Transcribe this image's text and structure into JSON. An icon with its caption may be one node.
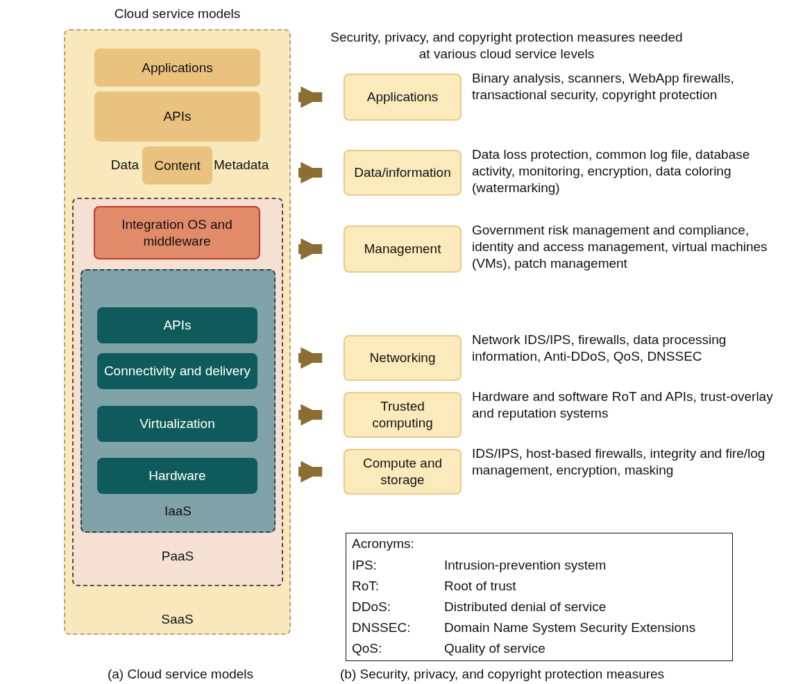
{
  "diagram": {
    "nodes": [
      {
        "text": [
          "SaaS"
        ]
      },
      {
        "text": [
          "Applications"
        ],
        "in": 0
      },
      {
        "text": [
          "APIs"
        ],
        "in": 0
      },
      {
        "text": [
          "Content"
        ],
        "in": 0,
        "beside": [
          "Data",
          "Metadata"
        ]
      },
      {
        "text": [
          "PaaS"
        ],
        "in": 0
      },
      {
        "text": [
          "Integration OS and middleware"
        ],
        "in": 4
      },
      {
        "text": [
          "IaaS"
        ],
        "in": 4
      },
      {
        "text": [
          "APIs"
        ],
        "in": 6
      },
      {
        "text": [
          "Connectivity and delivery"
        ],
        "in": 6
      },
      {
        "text": [
          "Virtualization"
        ],
        "in": 6
      },
      {
        "text": [
          "Hardware"
        ],
        "in": 6
      },
      {
        "text": [
          "Applications"
        ],
        "beside": [
          "Binary analysis, scanners, WebApp firewalls, transactional security, copyright protection"
        ]
      },
      {
        "text": [
          "Data/information"
        ],
        "beside": [
          "Data loss protection, common log file, database activity, monitoring, encryption, data coloring (watermarking)"
        ]
      },
      {
        "text": [
          "Management"
        ],
        "beside": [
          "Government risk management and compliance, identity and access management, virtual machines (VMs), patch management"
        ]
      },
      {
        "text": [
          "Networking"
        ],
        "beside": [
          "Network IDS/IPS, firewalls, data processing information, Anti-DDoS, QoS, DNSSEC"
        ]
      },
      {
        "text": [
          "Trusted computing"
        ],
        "beside": [
          "Hardware and software RoT and APIs, trust-overlay and reputation systems"
        ]
      },
      {
        "text": [
          "Compute and storage"
        ],
        "beside": [
          "IDS/IPS, host-based firewalls, integrity and fire/log management, encryption, masking"
        ]
      }
    ],
    "edges": [
      {
        "from": 0,
        "to": 11,
        "arrow": "to"
      },
      {
        "from": 0,
        "to": 12,
        "arrow": "to"
      },
      {
        "from": 0,
        "to": 13,
        "arrow": "to"
      },
      {
        "from": 0,
        "to": 14,
        "arrow": "to"
      },
      {
        "from": 0,
        "to": 15,
        "arrow": "to"
      },
      {
        "from": 0,
        "to": 16,
        "arrow": "to"
      }
    ],
    "labels": [
      "Cloud service models",
      "Security, privacy, and copyright protection measures needed at various cloud service levels",
      "Acronyms:",
      "IPS:",
      "Intrusion-prevention system",
      "RoT:",
      "Root of trust",
      "DDoS:",
      "Distributed denial of service",
      "DNSSEC:",
      "Domain Name System Security Extensions",
      "QoS:",
      "Quality of service",
      "(a) Cloud service models",
      "(b) Security, privacy, and copyright protection measures"
    ]
  }
}
